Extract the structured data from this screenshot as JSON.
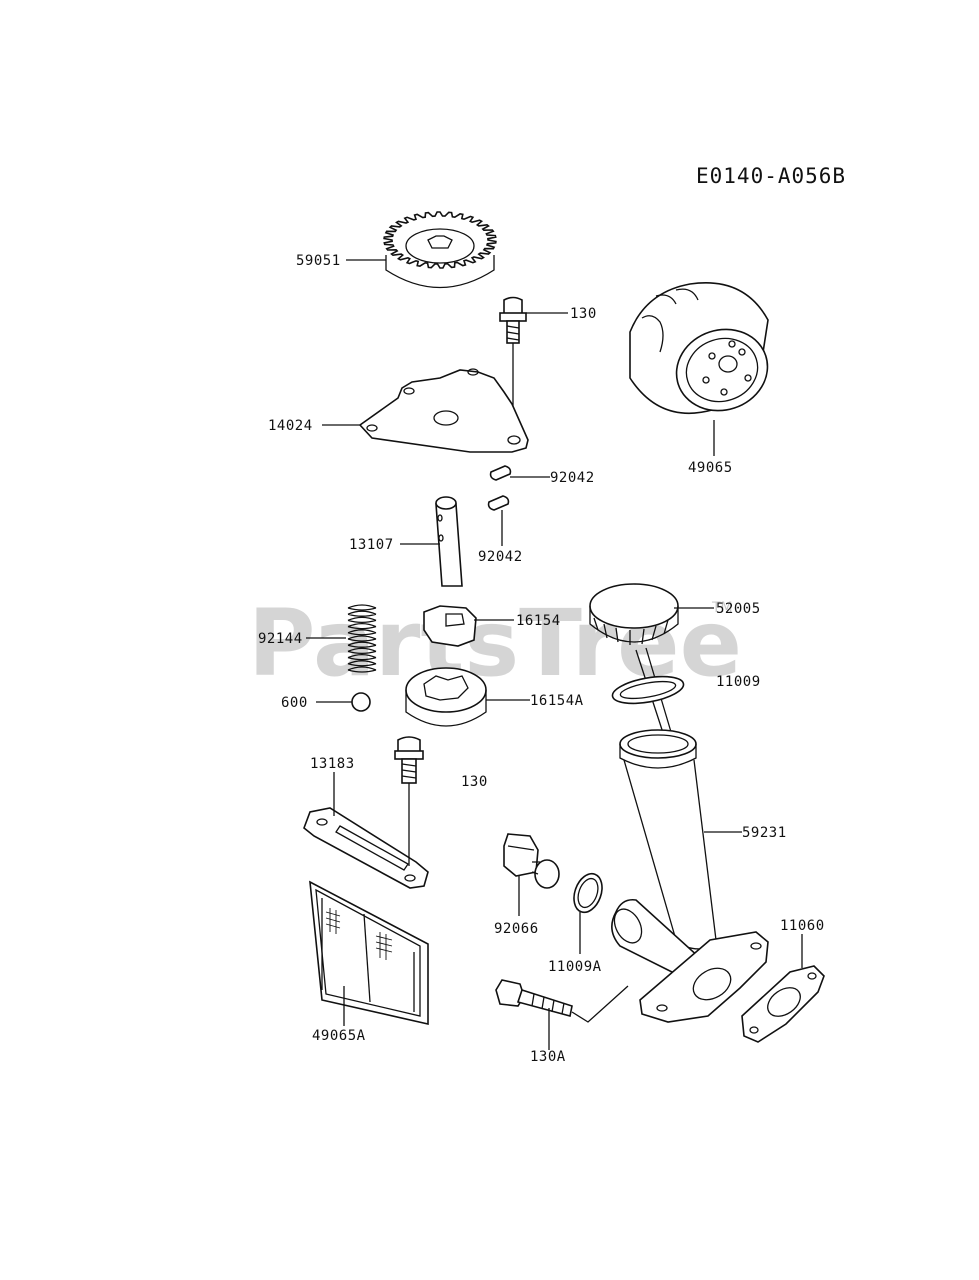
{
  "diagram": {
    "code": "E0140-A056B",
    "watermark": "PartsTree",
    "watermark_mark": "TM",
    "parts": {
      "gear": "59051",
      "bolt_top": "130",
      "plate": "14024",
      "filter": "49065",
      "pin_a": "92042",
      "pin_b": "92042",
      "shaft": "13107",
      "rotor_inner": "16154",
      "cap": "52005",
      "spring": "92144",
      "oring_cap": "11009",
      "ball": "600",
      "rotor_outer": "16154A",
      "bracket": "13183",
      "bolt_mid": "130",
      "tube": "59231",
      "strainer": "49065A",
      "plug": "92066",
      "washer": "11009A",
      "gasket": "11060",
      "bolt_bottom": "130A"
    }
  }
}
